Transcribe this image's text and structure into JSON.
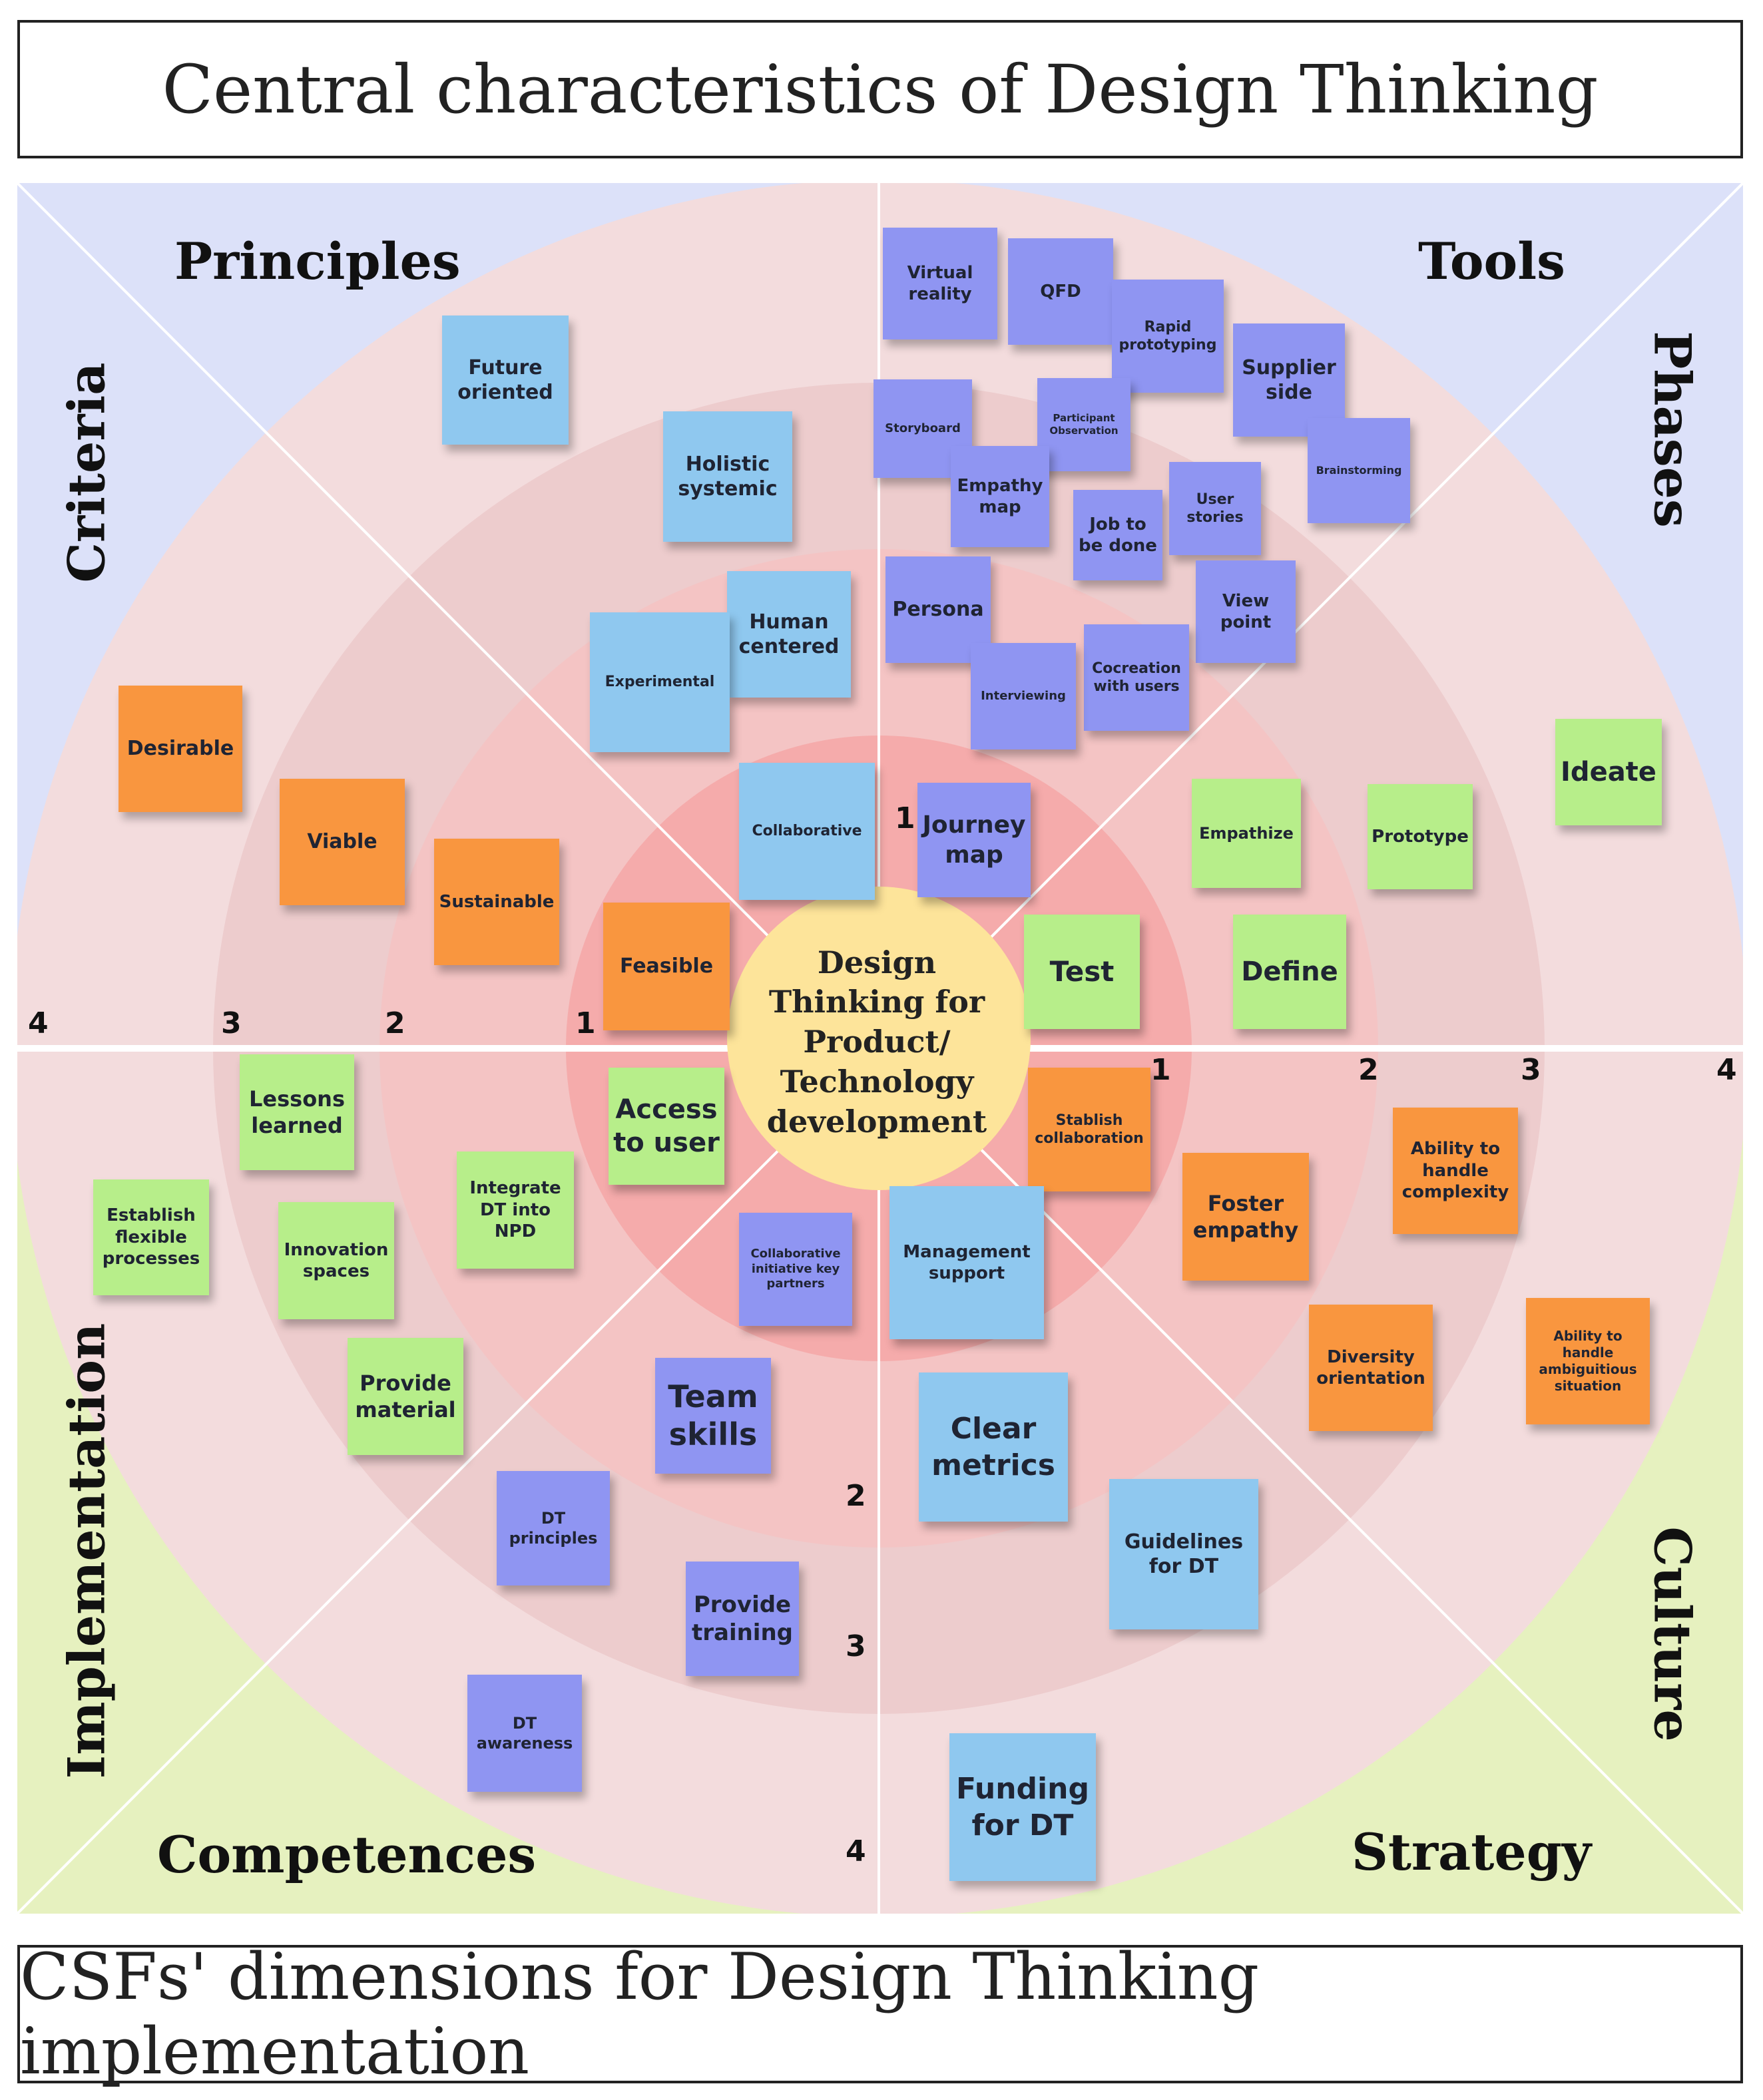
{
  "top_title": "Central characteristics of Design Thinking",
  "bottom_title": "CSFs' dimensions for Design Thinking implementation",
  "center_label": "Design\nThinking for\nProduct/\nTechnology\ndevelopment",
  "dimensions": {
    "principles": "Principles",
    "tools": "Tools",
    "phases": "Phases",
    "criteria": "Criteria",
    "implementation": "Implementation",
    "competences": "Competences",
    "strategy": "Strategy",
    "culture": "Culture"
  },
  "ring_numbers": {
    "upper_left": [
      "4",
      "3",
      "2",
      "1"
    ],
    "right": [
      "1",
      "2",
      "3",
      "4"
    ],
    "bottom": [
      "2",
      "3",
      "4"
    ],
    "top_center": "1"
  },
  "notes": {
    "future_oriented": "Future\noriented",
    "holistic_systemic": "Holistic\nsystemic",
    "human_centered": "Human\ncentered",
    "experimental": "Experimental",
    "collaborative": "Collaborative",
    "virtual_reality": "Virtual\nreality",
    "qfd": "QFD",
    "rapid_prototyping": "Rapid\nprototyping",
    "supplier_side": "Supplier\nside",
    "storyboard": "Storyboard",
    "participant_observation": "Participant\nObservation",
    "brainstorming": "Brainstorming",
    "empathy_map": "Empathy\nmap",
    "job_to_be_done": "Job to\nbe done",
    "user_stories": "User\nstories",
    "persona": "Persona",
    "view_point": "View\npoint",
    "cocreation": "Cocreation\nwith users",
    "interviewing": "Interviewing",
    "journey_map": "Journey\nmap",
    "desirable": "Desirable",
    "viable": "Viable",
    "sustainable": "Sustainable",
    "feasible": "Feasible",
    "ideate": "Ideate",
    "empathize": "Empathize",
    "prototype": "Prototype",
    "test": "Test",
    "define": "Define",
    "lessons_learned": "Lessons\nlearned",
    "establish_flexible": "Establish\nflexible\nprocesses",
    "innovation_spaces": "Innovation\nspaces",
    "integrate_dt": "Integrate\nDT into\nNPD",
    "access_to_user": "Access\nto user",
    "provide_material": "Provide\nmaterial",
    "collaborative_initiative": "Collaborative\ninitiative key\npartners",
    "team_skills": "Team\nskills",
    "dt_principles": "DT\nprinciples",
    "provide_training": "Provide\ntraining",
    "dt_awareness": "DT\nawareness",
    "stablish_collaboration": "Stablish\ncollaboration",
    "foster_empathy": "Foster\nempathy",
    "ability_complexity": "Ability to\nhandle\ncomplexity",
    "management_support": "Management\nsupport",
    "diversity_orientation": "Diversity\norientation",
    "ability_ambiguitious": "Ability to\nhandle\nambiguitious\nsituation",
    "clear_metrics": "Clear\nmetrics",
    "guidelines_for_dt": "Guidelines\nfor DT",
    "funding_for_dt": "Funding\nfor DT"
  }
}
